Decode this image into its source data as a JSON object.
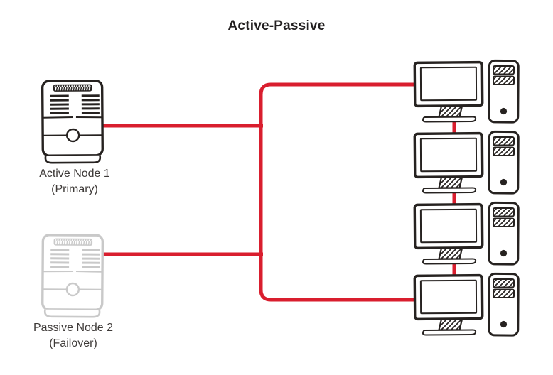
{
  "title": "Active-Passive",
  "colors": {
    "connection": "#d91e2e",
    "ink": "#262220",
    "ink_light": "#c9c9c9",
    "label": "#3e3a38",
    "title": "#232021",
    "background": "#ffffff"
  },
  "nodes": [
    {
      "id": "active",
      "label": "Active Node 1",
      "sublabel": "(Primary)",
      "icon": "server-tower-icon",
      "state": "active",
      "stroke_color": "#262220"
    },
    {
      "id": "passive",
      "label": "Passive Node 2",
      "sublabel": "(Failover)",
      "icon": "server-tower-icon",
      "state": "passive",
      "stroke_color": "#c9c9c9"
    }
  ],
  "clients": {
    "count": 4,
    "icon": "desktop-workstation-icon"
  },
  "links": [
    {
      "from": "Active Node 1",
      "to": "client-bus"
    },
    {
      "from": "Passive Node 2",
      "to": "client-bus"
    },
    {
      "from": "client-bus",
      "to": "workstation-1"
    },
    {
      "from": "client-bus",
      "to": "workstation-4"
    },
    {
      "from": "workstation-1",
      "to": "workstation-2"
    },
    {
      "from": "workstation-2",
      "to": "workstation-3"
    },
    {
      "from": "workstation-3",
      "to": "workstation-4"
    }
  ]
}
